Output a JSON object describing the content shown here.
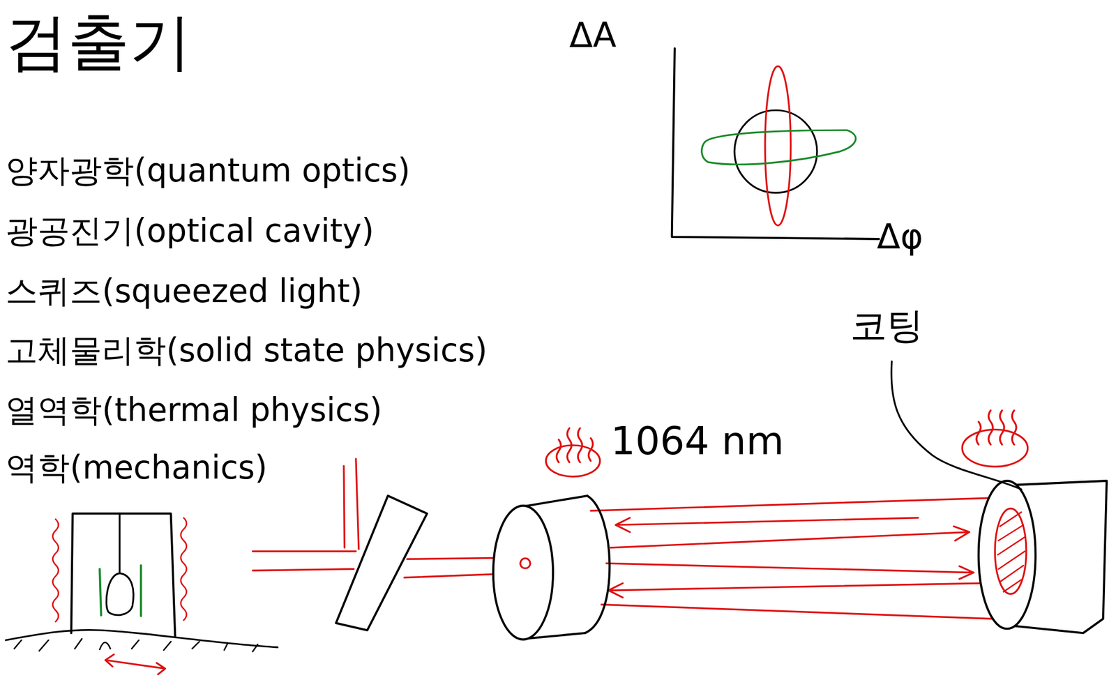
{
  "diagram": {
    "title": "검출기",
    "labels": [
      "양자광학(quantum optics)",
      "광공진기(optical cavity)",
      "스퀴즈(squeezed light)",
      "고체물리학(solid state physics)",
      "열역학(thermal physics)",
      "역학(mechanics)",
      "ΔA",
      "Δφ",
      "코팅",
      "1064 nm"
    ]
  }
}
